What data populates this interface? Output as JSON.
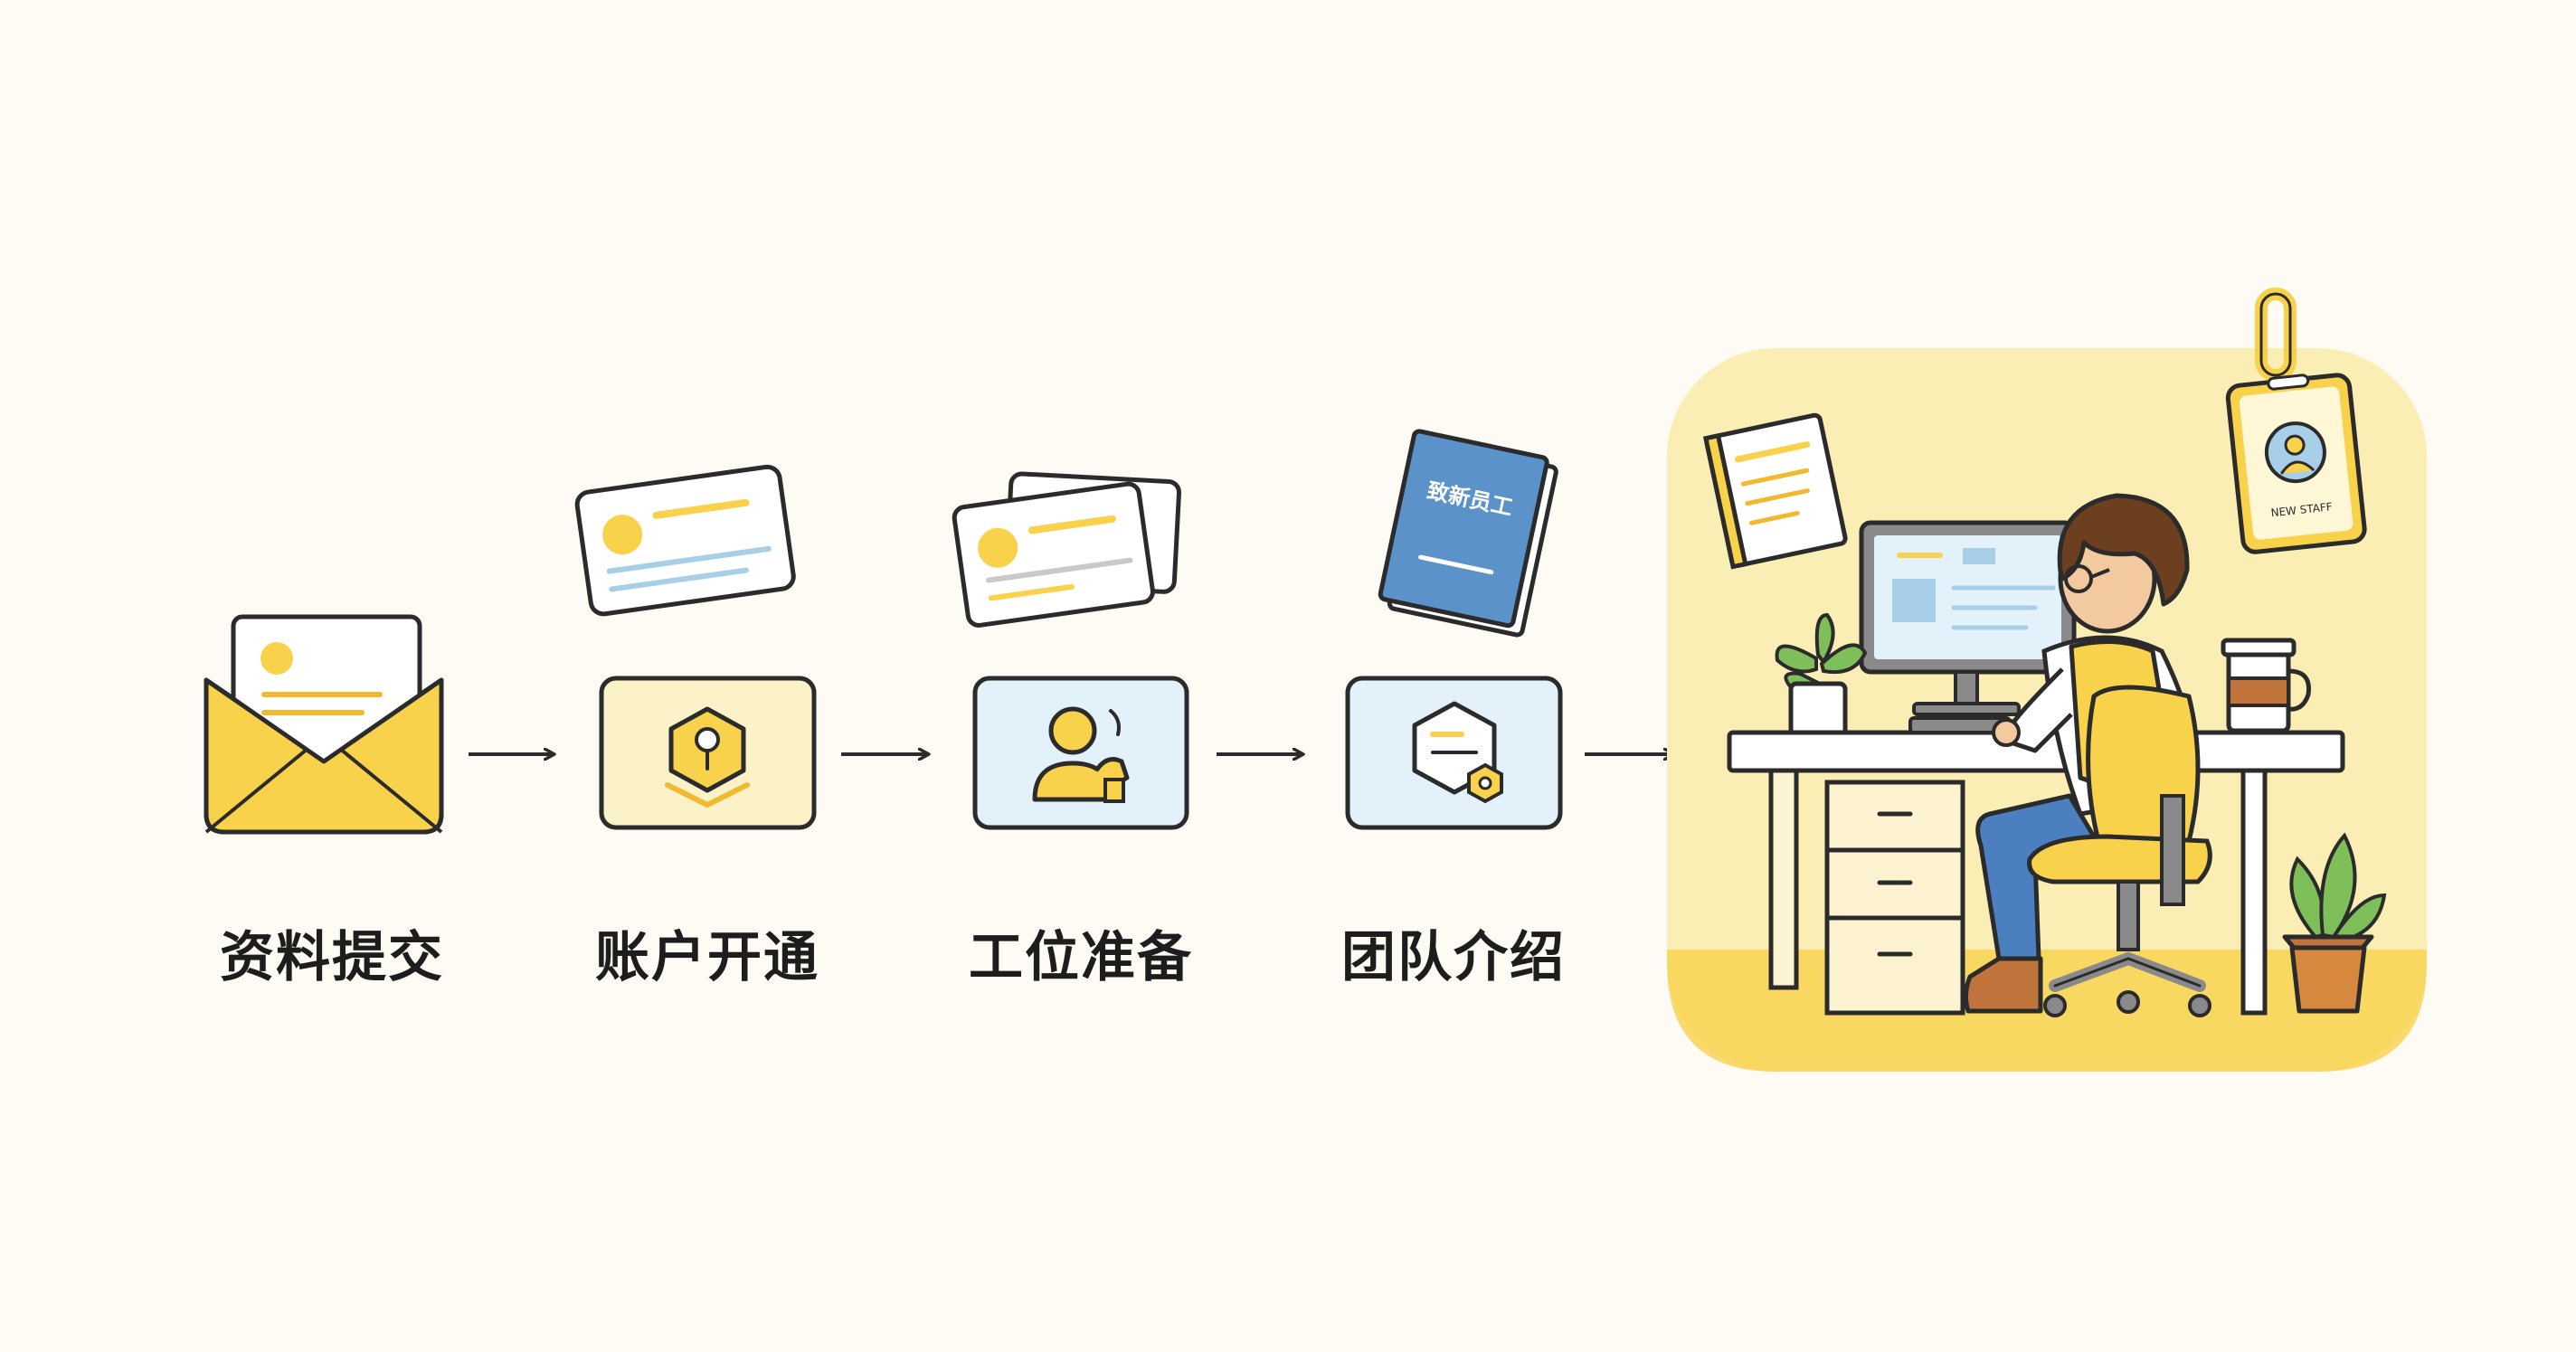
{
  "steps": [
    {
      "id": "submit",
      "label": "资料提交",
      "icon": "envelope-document-icon"
    },
    {
      "id": "account",
      "label": "账户开通",
      "icon": "hexagon-key-icon"
    },
    {
      "id": "workstation",
      "label": "工位准备",
      "icon": "person-chair-icon"
    },
    {
      "id": "team",
      "label": "团队介绍",
      "icon": "hexagon-document-icon"
    }
  ],
  "book": {
    "title": "致新员工"
  },
  "badge": {
    "text": "NEW STAFF"
  },
  "colors": {
    "yellow": "#f9d24c",
    "yellow_light": "#fcf2c8",
    "blue": "#5b92c9",
    "blue_light": "#e3f1fb",
    "outline": "#2b2b2b",
    "background": "#fdfbf3",
    "scene_bg": "#fbeeb5"
  }
}
